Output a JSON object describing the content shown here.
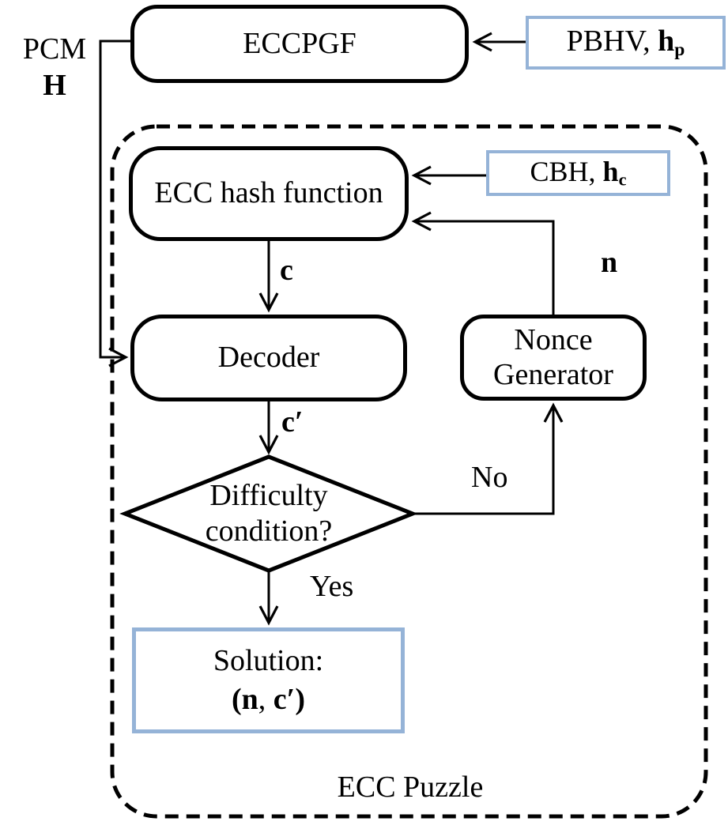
{
  "colors": {
    "accent_blue_border": "#95b3d7",
    "line_black": "#000000",
    "background": "#ffffff"
  },
  "nodes": {
    "eccpgf": {
      "label": "ECCPGF"
    },
    "pbhv": {
      "prefix": "PBHV, ",
      "bold": "h",
      "sub": "p"
    },
    "ecc_hash": {
      "label": "ECC hash function"
    },
    "cbh": {
      "prefix": "CBH, ",
      "bold": "h",
      "sub": "c"
    },
    "decoder": {
      "label": "Decoder"
    },
    "nonce_generator": {
      "line1": "Nonce",
      "line2": "Generator"
    },
    "difficulty": {
      "line1": "Difficulty",
      "line2": "condition?"
    },
    "solution": {
      "line1": "Solution:",
      "open_paren": "(",
      "n": "n",
      "separator": ", ",
      "c": "c",
      "prime": "′",
      "close_paren": ")"
    }
  },
  "edge_labels": {
    "pcm": "PCM",
    "pcm_matrix": "H",
    "c": "c",
    "c_prime_letter": "c",
    "c_prime_mark": "′",
    "n": "n",
    "no": "No",
    "yes": "Yes"
  },
  "container_label": "ECC Puzzle"
}
